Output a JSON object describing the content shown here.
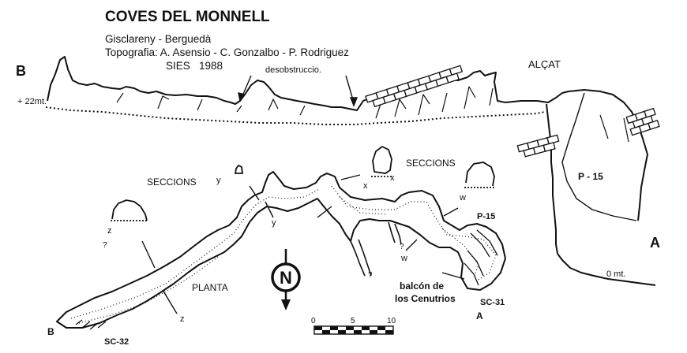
{
  "header": {
    "title": "COVES DEL MONNELL",
    "location": "Gisclareny - Berguedà",
    "survey": "Topografia: A. Asensio - C. Gonzalbo - P. Rodriguez",
    "org": "SIES   1988"
  },
  "elevation": {
    "label": "ALÇAT",
    "end_b": "B",
    "end_a": "A",
    "height_top": "+ 22mt.",
    "height_zero": "0 mt.",
    "passage_note": "desobstruccio.",
    "shaft": "P - 15"
  },
  "plan": {
    "label": "PLANTA",
    "sections_left": "SECCIONS",
    "sections_right": "SECCIONS",
    "end_b": "B",
    "end_a": "A",
    "entrance_west": "SC-32",
    "entrance_east": "SC-31",
    "shaft": "P-15",
    "balcony_line1": "balcón de",
    "balcony_line2": "los Cenutrios",
    "cut_x": "x",
    "cut_y": "y",
    "cut_z": "z",
    "cut_w": "w",
    "unknown_mark": "?"
  },
  "compass": {
    "north": "N"
  },
  "scale_bar": {
    "ticks": [
      "0",
      "5",
      "10"
    ]
  },
  "colors": {
    "ink": "#111111",
    "paper": "#ffffff"
  }
}
